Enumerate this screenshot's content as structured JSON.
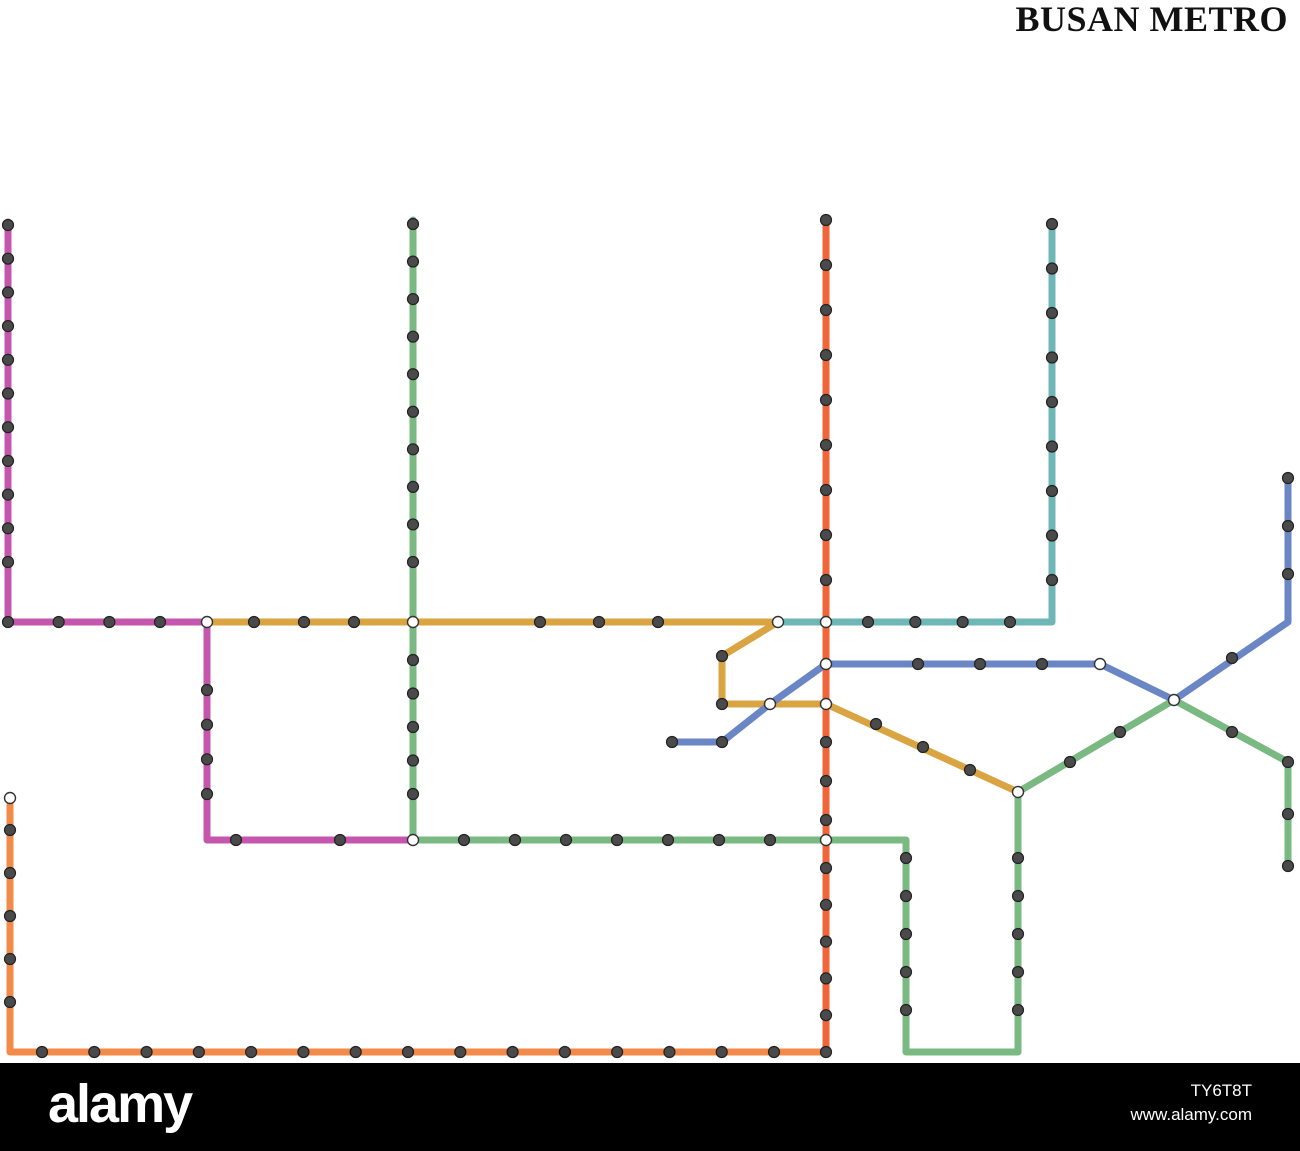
{
  "map": {
    "title": "BUSAN METRO"
  },
  "colors": {
    "line_orange": "#f28a4a",
    "line_red": "#f0653a",
    "line_green": "#7ab982",
    "line_purple": "#c457ad",
    "line_gold": "#d9a441",
    "line_teal": "#6fb7b6",
    "line_blue": "#6a86c4",
    "station_fill": "#4a4a4a",
    "interchange_fill": "#ffffff",
    "footer_bg": "#000000"
  },
  "lines": [
    {
      "id": "line-orange",
      "color_key": "line_orange"
    },
    {
      "id": "line-red",
      "color_key": "line_red"
    },
    {
      "id": "line-green",
      "color_key": "line_green"
    },
    {
      "id": "line-purple",
      "color_key": "line_purple"
    },
    {
      "id": "line-gold",
      "color_key": "line_gold"
    },
    {
      "id": "line-teal",
      "color_key": "line_teal"
    },
    {
      "id": "line-blue",
      "color_key": "line_blue"
    }
  ],
  "footer": {
    "logo": "alamy",
    "image_id": "TY6T8T",
    "url": "www.alamy.com"
  }
}
